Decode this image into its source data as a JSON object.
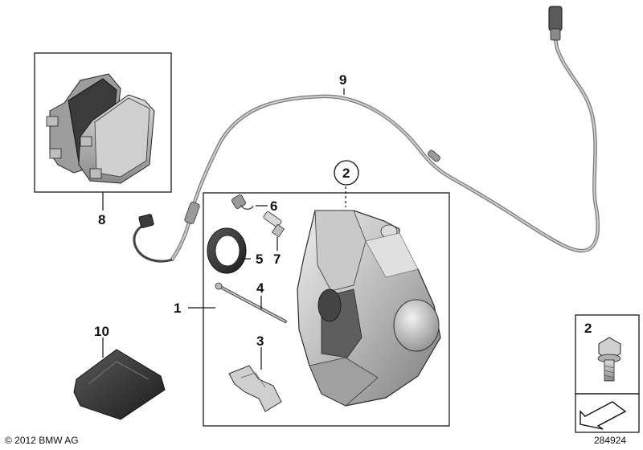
{
  "callouts": {
    "c1": "1",
    "c2": "2",
    "c3": "3",
    "c4": "4",
    "c5": "5",
    "c6": "6",
    "c7": "7",
    "c8": "8",
    "c9": "9",
    "c10": "10",
    "c2_inset": "2"
  },
  "footer": {
    "copyright": "© 2012 BMW AG",
    "reference_number": "284924"
  },
  "colors": {
    "outline": "#1a1a1a",
    "metal_light": "#d6d6d6",
    "metal_mid": "#a9a9a9",
    "metal_dark": "#6e6e6e",
    "pad_dark": "#3a3a3a",
    "rubber": "#2b2b2b"
  }
}
